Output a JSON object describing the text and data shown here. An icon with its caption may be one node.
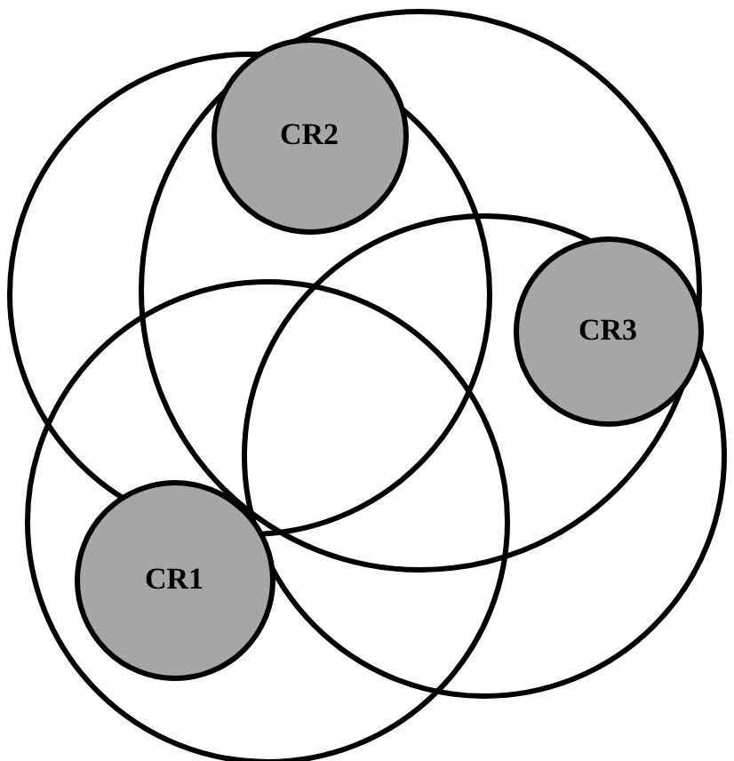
{
  "diagram": {
    "nodes": [
      {
        "text": [],
        "shape": "circle"
      },
      {
        "text": [],
        "shape": "circle"
      },
      {
        "text": [],
        "shape": "circle"
      },
      {
        "text": [],
        "shape": "circle"
      },
      {
        "text": [
          "CR2"
        ],
        "in": 2
      },
      {
        "text": [
          "CR3"
        ]
      },
      {
        "text": [
          "CR1"
        ],
        "in": 1
      }
    ]
  }
}
